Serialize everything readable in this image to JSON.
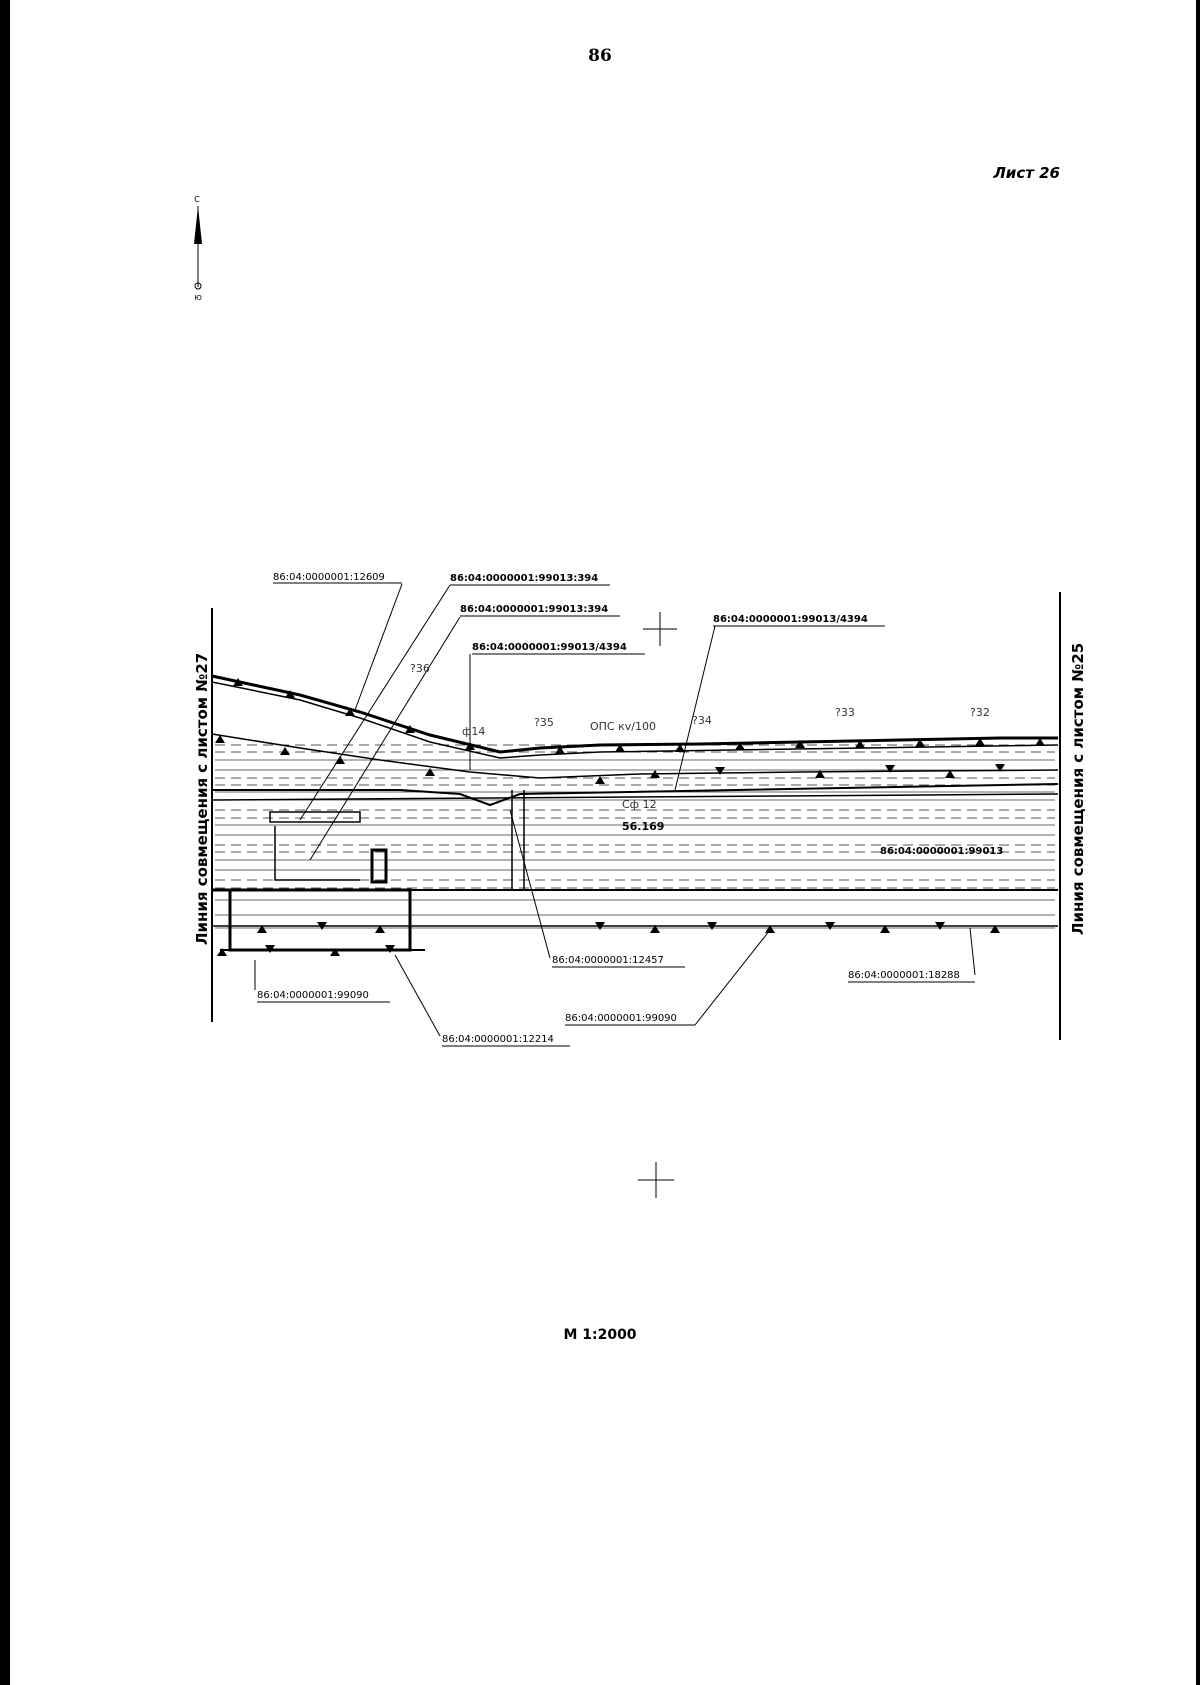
{
  "page_number": "86",
  "sheet_label": "Лист 26",
  "scale_label": "М 1:2000",
  "north_arrow": {
    "top_letter": "С",
    "bottom_letter": "Ю",
    "icon": "north-arrow-icon"
  },
  "match_lines": {
    "left": "Линия совмещения с листом №27",
    "right": "Линия совмещения с листом №25"
  },
  "parcel_labels": [
    "86:04:0000001:12609",
    "86:04:0000001:99013:394",
    "86:04:0000001:99013:394",
    "86:04:0000001:99013/4394",
    "86:04:0000001:99013/4394",
    "86:04:0000001:99013",
    "86:04:0000001:12457",
    "86:04:0000001:18288",
    "86:04:0000001:99090",
    "86:04:0000001:99090",
    "86:04:0000001:12214"
  ],
  "map_annotations": {
    "elev_736": "?36",
    "elev_735": "?35",
    "elev_734": "?34",
    "elev_733": "?33",
    "elev_732": "?32",
    "point_14": "ф14",
    "code_cp": "Сф 12",
    "height_value": "56.169",
    "utility_label": "ОПС кv/100"
  },
  "colors": {
    "ink": "#000000",
    "paper": "#ffffff"
  }
}
